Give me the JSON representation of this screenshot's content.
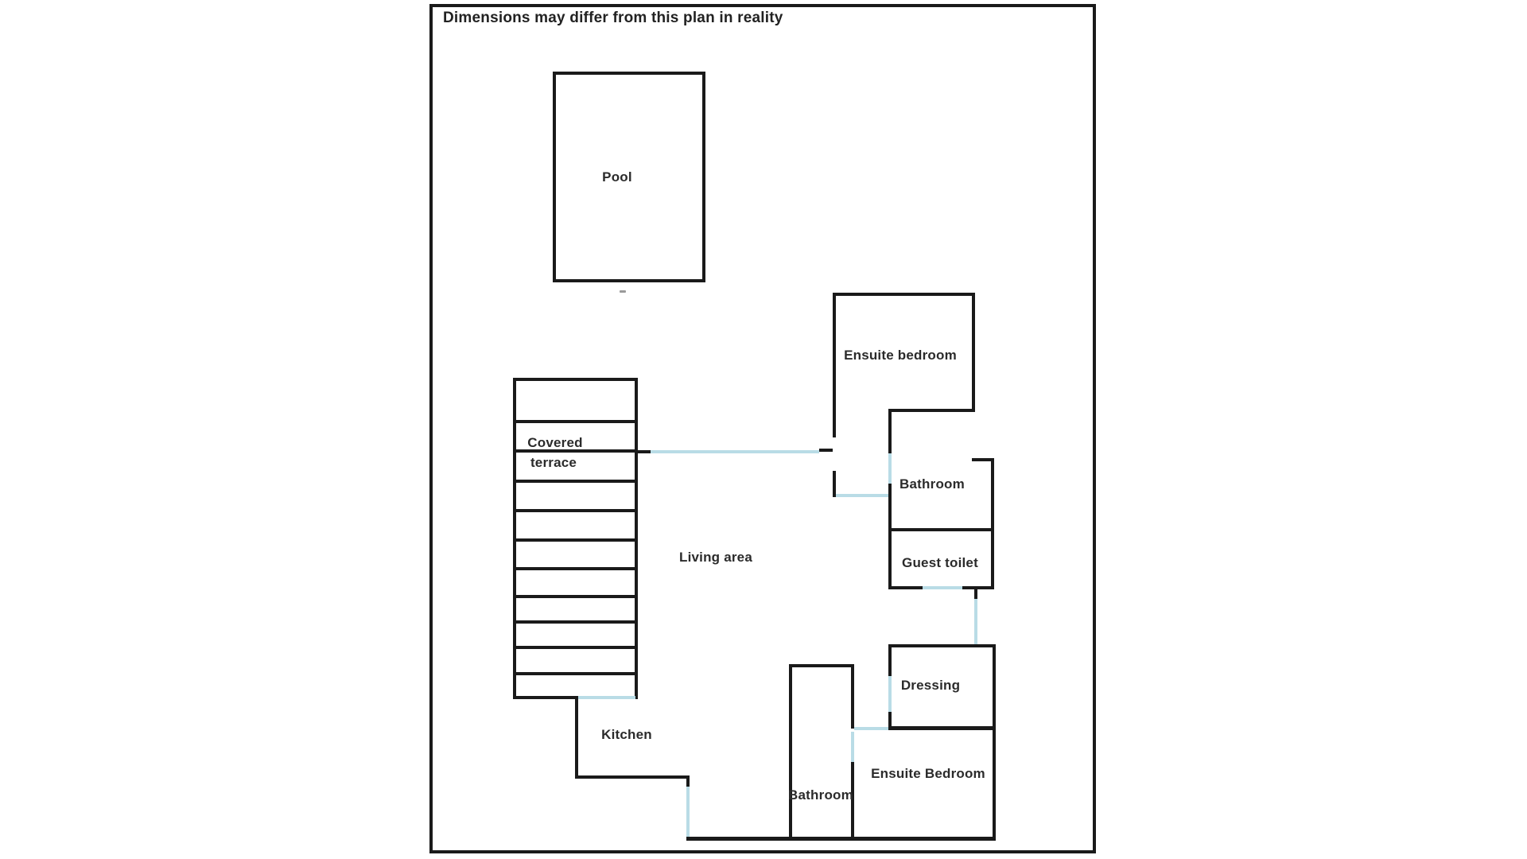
{
  "note": "Dimensions may differ from this plan in reality",
  "colors": {
    "wall": "#1a1a1a",
    "door_opening": "#b9dce6",
    "text": "#2b2b2b",
    "background": "#ffffff"
  },
  "labels": {
    "pool": "Pool",
    "ensuite_bedroom_top": "Ensuite bedroom",
    "covered_line1": "Covered",
    "covered_line2": "terrace",
    "living_area": "Living area",
    "bathroom_upper": "Bathroom",
    "guest_toilet": "Guest toilet",
    "dressing": "Dressing",
    "ensuite_bedroom_bottom": "Ensuite Bedroom",
    "bathroom_lower": "Bathroom",
    "kitchen": "Kitchen"
  }
}
